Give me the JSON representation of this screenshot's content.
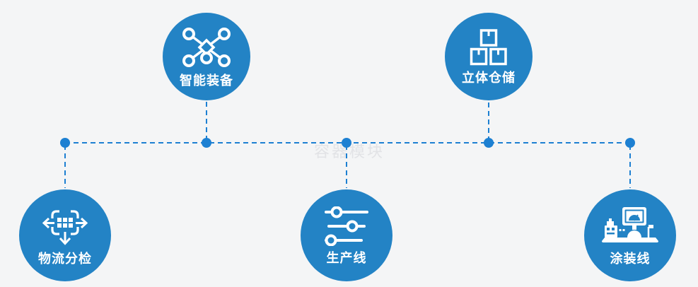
{
  "diagram": {
    "watermark": {
      "text": "容器模块"
    },
    "nodes": [
      {
        "id": "smart-equipment",
        "label": "智能装备",
        "icon": "network-nodes-icon",
        "position": "top-left"
      },
      {
        "id": "stereo-warehouse",
        "label": "立体仓储",
        "icon": "stacked-boxes-icon",
        "position": "top-right"
      },
      {
        "id": "logistics-sorting",
        "label": "物流分检",
        "icon": "sorting-arrows-icon",
        "position": "bottom-left"
      },
      {
        "id": "production-line",
        "label": "生产线",
        "icon": "sliders-icon",
        "position": "bottom-center"
      },
      {
        "id": "painting-line",
        "label": "涂装线",
        "icon": "machine-monitor-icon",
        "position": "bottom-right"
      }
    ],
    "colors": {
      "node_fill": "#2383c5",
      "connector": "#1d80d2",
      "background": "#f4f5f6",
      "label_text": "#ffffff",
      "watermark_text": "#e2e3e6"
    }
  }
}
